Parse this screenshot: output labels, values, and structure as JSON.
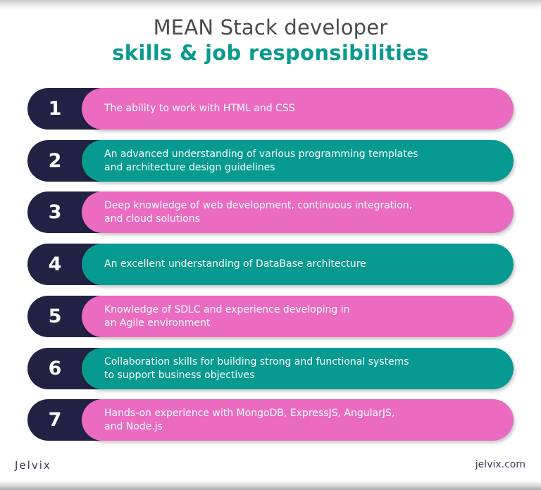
{
  "header": {
    "title_line1": "MEAN Stack developer",
    "title_line2": "skills & job responsibilities"
  },
  "colors": {
    "navy": "#212244",
    "pink": "#ea6bc0",
    "teal": "#079a91",
    "title_gray": "#4a4a4a",
    "title_teal": "#0a9a8e"
  },
  "items": [
    {
      "number": "1",
      "text": "The ability to work with HTML and CSS",
      "color": "pink"
    },
    {
      "number": "2",
      "text": "An advanced understanding of various programming templates\nand architecture design guidelines",
      "color": "teal"
    },
    {
      "number": "3",
      "text": "Deep knowledge of web development, continuous integration,\nand cloud solutions",
      "color": "pink"
    },
    {
      "number": "4",
      "text": "An excellent understanding of DataBase architecture",
      "color": "teal"
    },
    {
      "number": "5",
      "text": "Knowledge of SDLC and experience developing in\nan Agile environment",
      "color": "pink"
    },
    {
      "number": "6",
      "text": "Collaboration skills for building strong and functional systems\nto support business objectives",
      "color": "teal"
    },
    {
      "number": "7",
      "text": "Hands-on experience with MongoDB, ExpressJS, AngularJS,\nand Node.js",
      "color": "pink"
    }
  ],
  "footer": {
    "brand": "Jelvix",
    "website": "jelvix.com"
  }
}
